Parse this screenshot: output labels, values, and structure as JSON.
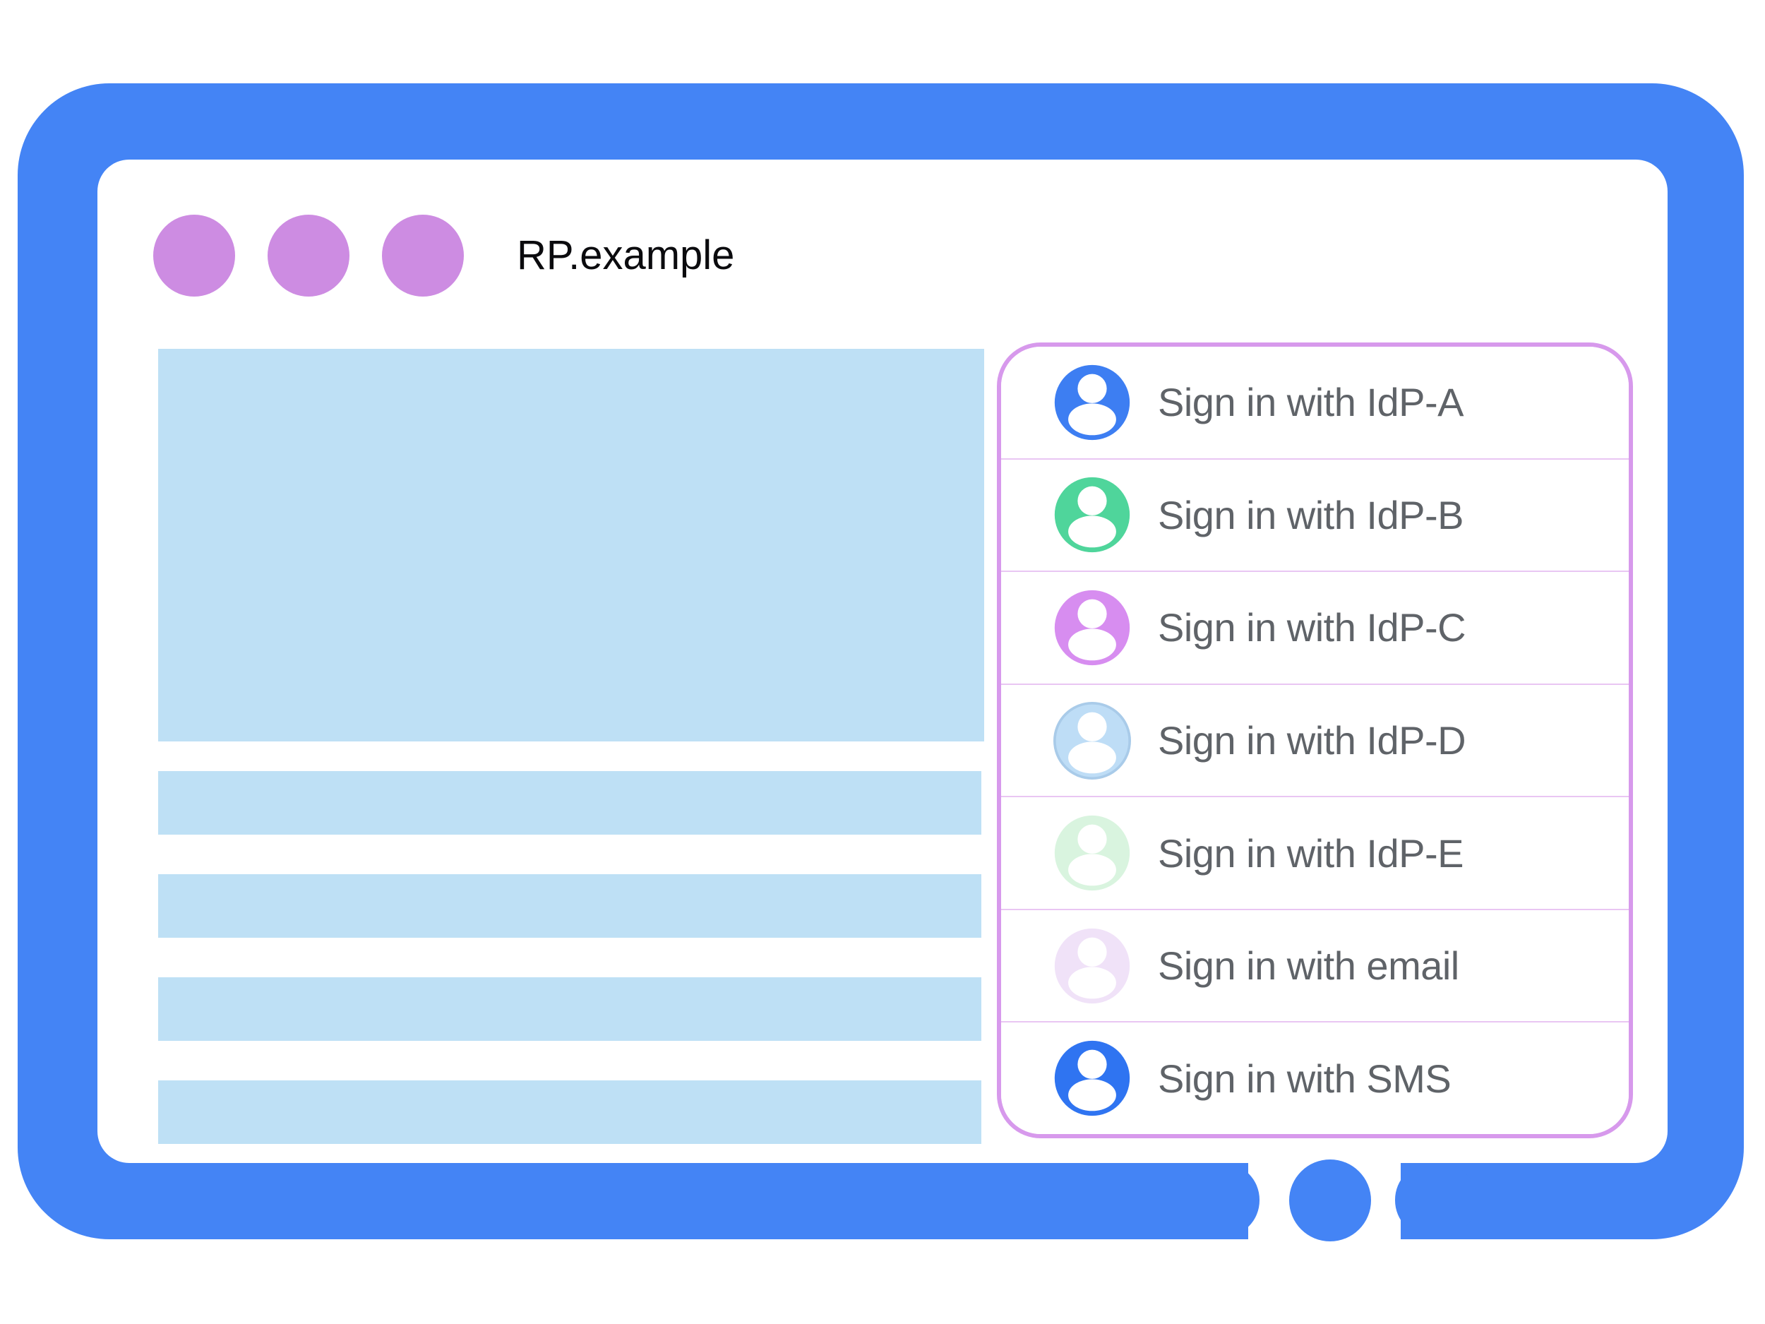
{
  "colors": {
    "canvas": "#FFFFFF",
    "frame": "#4484F5",
    "window-dot": "#CD8CE2",
    "panel-border": "#D799EC",
    "panel-divider": "#E9C6F3",
    "placeholder": "#BEE0F5",
    "label-gray": "#5F6368",
    "title-black": "#0B0B0E"
  },
  "browser": {
    "title": "RP.example"
  },
  "signin_panel": {
    "options": [
      {
        "label": "Sign in with IdP-A",
        "color": "#3D7EF2"
      },
      {
        "label": "Sign in with IdP-B",
        "color": "#4FD59B"
      },
      {
        "label": "Sign in with IdP-C",
        "color": "#D78DF0"
      },
      {
        "label": "Sign in with IdP-D",
        "color": "#BEDDF6",
        "ring": "#A9CBE9"
      },
      {
        "label": "Sign in with IdP-E",
        "color": "#D9F4DF"
      },
      {
        "label": "Sign in with email",
        "color": "#F0E2F8"
      },
      {
        "label": "Sign in with SMS",
        "color": "#2F74F1"
      }
    ]
  }
}
